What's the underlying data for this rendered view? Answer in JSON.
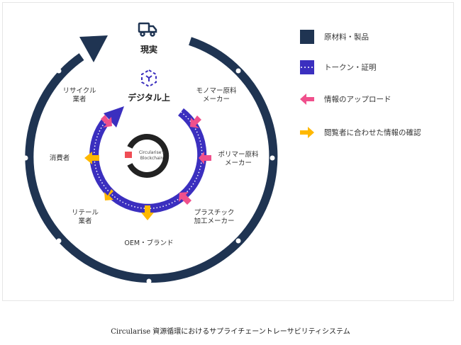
{
  "diagram": {
    "reality_label": "現実",
    "digital_label": "デジタル上",
    "blockchain_label_1": "Circularise's",
    "blockchain_label_2": "Blockchain",
    "actors": {
      "recycler": [
        "リサイクル",
        "業者"
      ],
      "monomer": [
        "モノマー原料",
        "メーカー"
      ],
      "consumer": "消費者",
      "polymer": [
        "ポリマー原料",
        "メーカー"
      ],
      "retailer": [
        "リテール",
        "業者"
      ],
      "plastic": [
        "プラスチック",
        "加工メーカー"
      ],
      "oem": "OEM・ブランド"
    }
  },
  "legend": [
    {
      "label": "原材料・製品",
      "color": "#1f3452"
    },
    {
      "label": "トークン・証明",
      "color": "#3b2fbf"
    },
    {
      "label": "情報のアップロード",
      "color": "#f0508c"
    },
    {
      "label": "閲覧者に合わせた情報の確認",
      "color": "#ffb800"
    }
  ],
  "caption": "Circularise 資源循環におけるサプライチェーントレーサビリティシステム"
}
